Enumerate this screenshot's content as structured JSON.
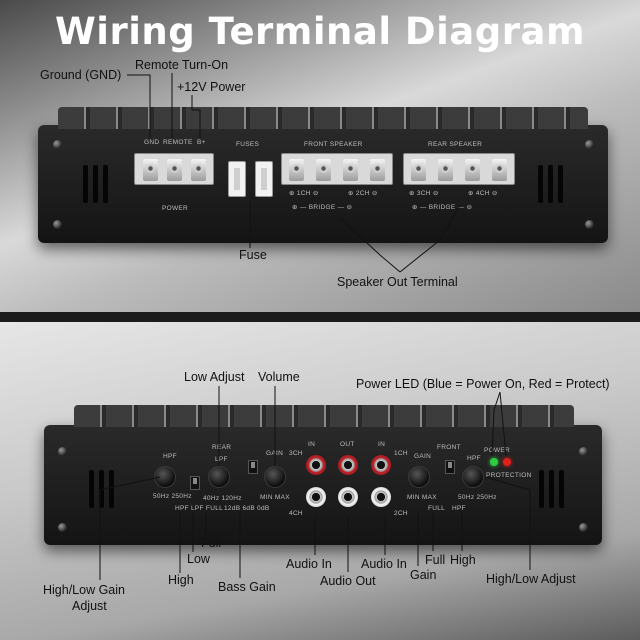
{
  "header": {
    "title": "Wiring Terminal Diagram"
  },
  "top_callouts": {
    "ground": "Ground (GND)",
    "remote": "Remote Turn-On",
    "power12v": "+12V Power",
    "fuse": "Fuse",
    "speaker_out": "Speaker Out Terminal"
  },
  "top_silkscreen": {
    "gnd": "GND",
    "remote": "REMOTE",
    "bplus": "B+",
    "power": "POWER",
    "fuses": "FUSES",
    "front_speaker": "FRONT SPEAKER",
    "rear_speaker": "REAR SPEAKER",
    "ch1": "⊕ 1CH ⊖",
    "ch2": "⊕ 2CH ⊖",
    "ch3": "⊕ 3CH ⊖",
    "ch4": "⊕ 4CH ⊖",
    "bridge_left": "⊕ — BRIDGE — ⊖",
    "bridge_right": "⊕ — BRIDGE — ⊖"
  },
  "bottom_callouts": {
    "low_adjust": "Low Adjust",
    "volume": "Volume",
    "power_led": "Power LED (Blue = Power On, Red = Protect)",
    "high_low_gain_adjust_1": "High/Low Gain",
    "high_low_gain_adjust_2": "Adjust",
    "full_left": "Full",
    "low": "Low",
    "high_left": "High",
    "bass_gain": "Bass Gain",
    "audio_in_left": "Audio In",
    "audio_out": "Audio Out",
    "audio_in_right": "Audio In",
    "full_right": "Full",
    "gain": "Gain",
    "high_right": "High",
    "high_low_adjust": "High/Low Adjust"
  },
  "bottom_silkscreen": {
    "rear": "REAR",
    "front": "FRONT",
    "hpf_l": "HPF",
    "lpf": "LPF",
    "gain_l": "GAIN",
    "gain_r": "GAIN",
    "hpf_r": "HPF",
    "in_l": "IN",
    "out": "OUT",
    "in_r": "IN",
    "ch3": "3CH",
    "ch4": "4CH",
    "ch1": "1CH",
    "ch2": "2CH",
    "hz_l": "50Hz 250Hz",
    "hz_lpf": "40Hz 120Hz",
    "hz_r": "50Hz 250Hz",
    "minmax_l": "MIN   MAX",
    "minmax_r": "MIN   MAX",
    "db": "12dB  6dB 0dB",
    "hpf_lpf_full": "HPF  LPF  FULL",
    "full_r": "FULL",
    "hpf_bottom_r": "HPF",
    "power_led": "POWER",
    "protection": "PROTECTION"
  },
  "colors": {
    "title": "#ffffff",
    "rca_red": "#c0252c",
    "rca_white": "#f4f4f4",
    "led_green": "#2ecc40",
    "led_red": "#e0201c",
    "callout_text": "#111111"
  }
}
